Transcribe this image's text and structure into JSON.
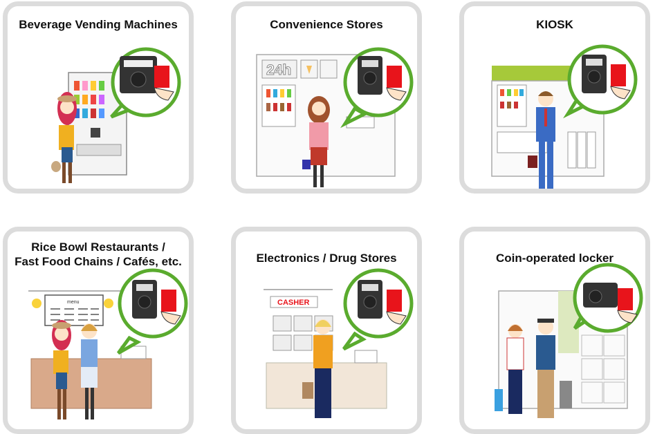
{
  "cards": [
    {
      "title": "Beverage Vending Machines"
    },
    {
      "title": "Convenience Stores",
      "sign": "24h"
    },
    {
      "title": "KIOSK"
    },
    {
      "title_line1": "Rice Bowl Restaurants /",
      "title_line2": "Fast Food Chains / Cafés, etc.",
      "menu_label": "menu"
    },
    {
      "title": "Electronics / Drug Stores",
      "cashier_sign": "CASHER"
    },
    {
      "title": "Coin-operated locker"
    }
  ],
  "colors": {
    "bubble_green": "#5aab2e",
    "card_red": "#e8141b",
    "border_gray": "#dcdcdc",
    "kiosk_green": "#a6c93a"
  },
  "icons": [
    "card-reader-icon",
    "ic-card-icon",
    "speech-bubble"
  ]
}
